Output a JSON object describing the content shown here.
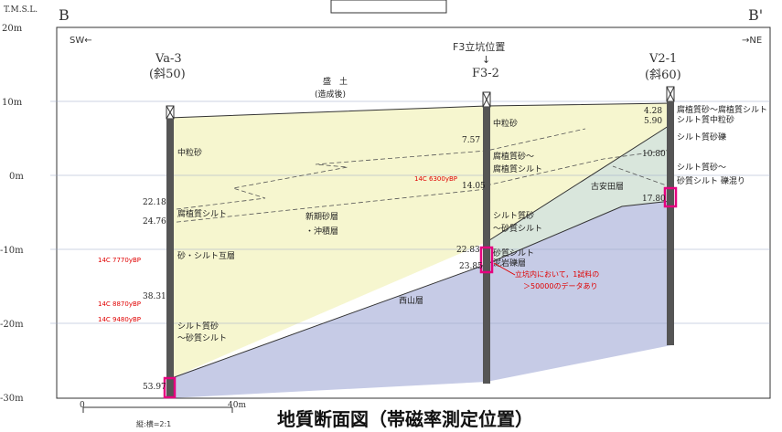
{
  "diagram": {
    "title": "地質断面図（帯磁率測定位置）",
    "elevation_label": "T.M.S.L.",
    "section_start": "B",
    "section_end": "B'",
    "dir_left": "SW←",
    "dir_right": "→NE",
    "y_ticks": [
      "20m",
      "10m",
      "0m",
      "-10m",
      "-20m",
      "-30m"
    ],
    "scale": {
      "zero": "0",
      "end": "40m",
      "ratio": "縦:横=2:1"
    },
    "boreholes": {
      "left": {
        "name": "Va-3",
        "note": "(斜50)",
        "depths": [
          "22.18",
          "24.76",
          "38.31",
          "53.97"
        ]
      },
      "center": {
        "above": "F3立坑位置",
        "arrow": "↓",
        "name": "F3-2",
        "depths": [
          "7.57",
          "14.05",
          "22.83",
          "23.85"
        ]
      },
      "right": {
        "name": "V2-1",
        "note": "(斜60)",
        "depths": [
          "4.28",
          "5.90",
          "10.80",
          "17.80"
        ]
      }
    },
    "layers": {
      "fill": "盛　土",
      "fill_sub": "(造成後)",
      "new_sand": "新期砂層",
      "alluvium": "・沖積層",
      "koyasuda": "古安田層",
      "nishiyama": "西山層"
    },
    "left_labels": [
      "中粒砂",
      "腐植質シルト",
      "砂・シルト互層",
      "シルト質砂",
      "～砂質シルト"
    ],
    "center_labels": [
      "中粒砂",
      "腐植質砂～",
      "腐植質シルト",
      "シルト質砂",
      "～砂質シルト",
      "砂質シルト",
      "泥岩礫層"
    ],
    "right_labels": [
      "腐植質砂～腐植質シルト",
      "シルト質中粒砂",
      "シルト質砂礫",
      "シルト質砂～",
      "砂質シルト 礫混り"
    ],
    "ages": [
      "14C 7770yBP",
      "14C 8870yBP",
      "14C 9480yBP",
      "14C 6300yBP"
    ],
    "note": [
      "立坑内において，1試料の",
      "＞50000のデータあり"
    ],
    "colors": {
      "fill_layer": "#f6f6cf",
      "koyasuda_layer": "#d9e6dc",
      "nishiyama_layer": "#c6cbe6",
      "marker": "#e5007f",
      "note": "#e00000"
    }
  }
}
